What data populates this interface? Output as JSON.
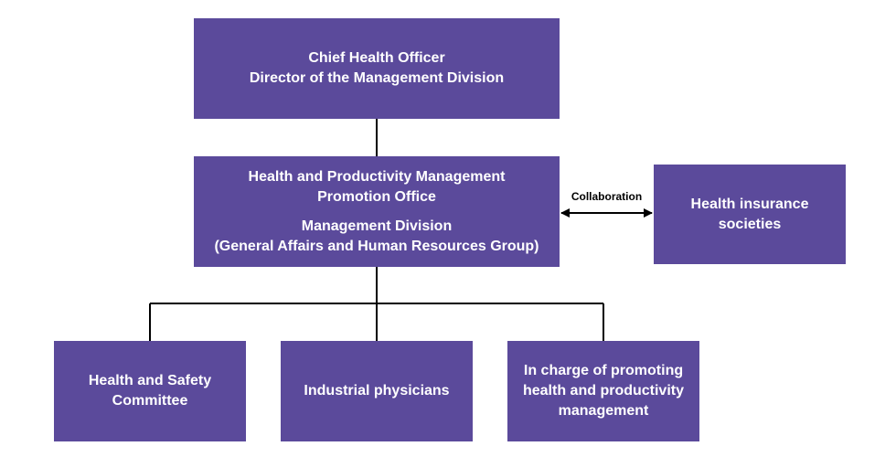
{
  "colors": {
    "box_fill": "#5b4a9b",
    "box_text": "#ffffff",
    "connector": "#000000"
  },
  "nodes": {
    "chief": {
      "line1": "Chief Health Officer",
      "line2": "Director of the Management Division"
    },
    "promotion_office": {
      "line1": "Health and Productivity Management",
      "line2": "Promotion Office",
      "line3": "Management Division",
      "line4": "(General Affairs and Human Resources Group)"
    },
    "insurance": {
      "line1": "Health insurance",
      "line2": "societies"
    },
    "safety": {
      "line1": "Health and Safety",
      "line2": "Committee"
    },
    "physicians": {
      "line1": "Industrial physicians"
    },
    "charge": {
      "line1": "In charge of promoting",
      "line2": "health and productivity",
      "line3": "management"
    }
  },
  "edges": {
    "collaboration_label": "Collaboration"
  }
}
